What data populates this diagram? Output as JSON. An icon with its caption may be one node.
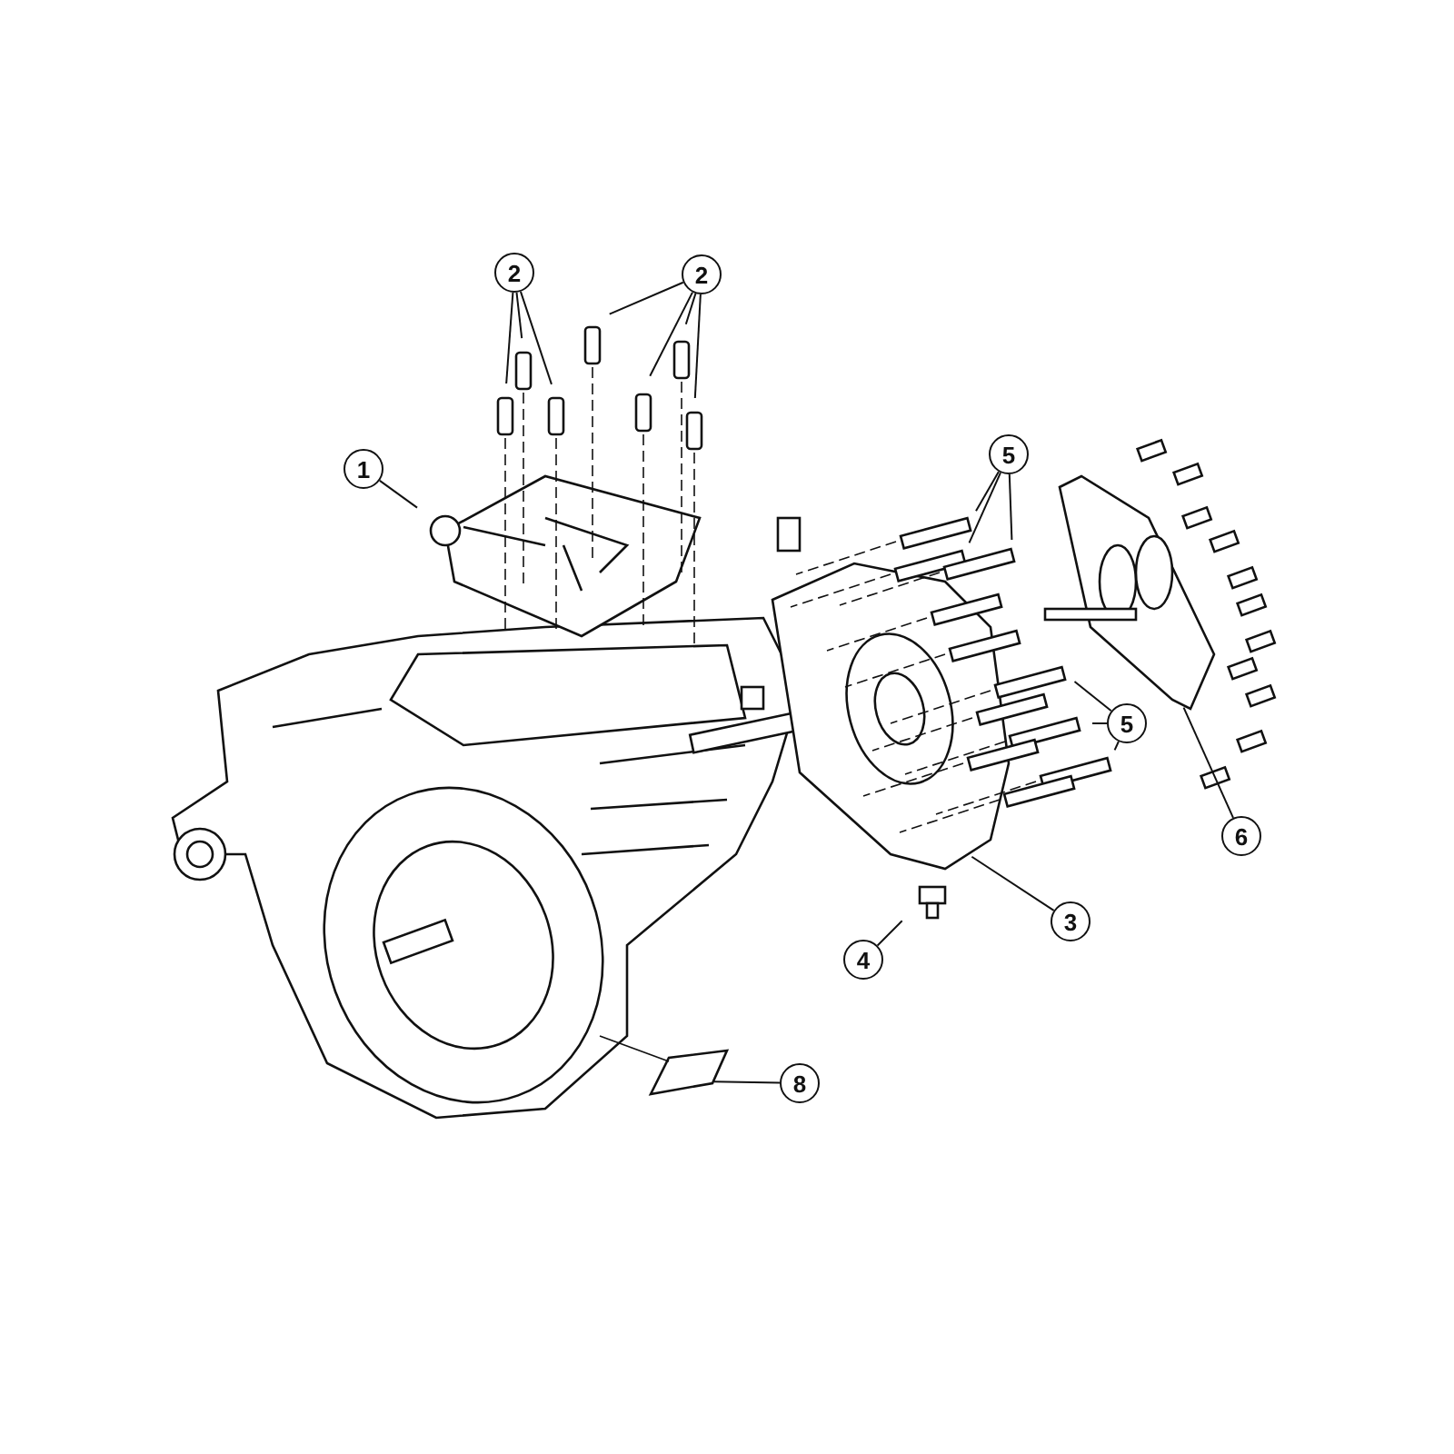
{
  "diagram": {
    "nodes": [
      {
        "text": [
          "2"
        ]
      },
      {
        "text": [
          "2"
        ]
      },
      {
        "text": [
          "1"
        ]
      },
      {
        "text": [
          "5"
        ]
      },
      {
        "text": [
          "5"
        ]
      },
      {
        "text": [
          "6"
        ]
      },
      {
        "text": [
          "3"
        ]
      },
      {
        "text": [
          "4"
        ]
      },
      {
        "text": [
          "8"
        ]
      }
    ],
    "edges": [
      {
        "from": 0,
        "to": null,
        "arrow": "none"
      },
      {
        "from": 0,
        "to": null,
        "arrow": "none"
      },
      {
        "from": 0,
        "to": null,
        "arrow": "none"
      },
      {
        "from": 1,
        "to": null,
        "arrow": "none"
      },
      {
        "from": 1,
        "to": null,
        "arrow": "none"
      },
      {
        "from": 1,
        "to": null,
        "arrow": "none"
      },
      {
        "from": 1,
        "to": null,
        "arrow": "none"
      },
      {
        "from": 2,
        "to": null,
        "arrow": "none"
      },
      {
        "from": 3,
        "to": null,
        "arrow": "none"
      },
      {
        "from": 3,
        "to": null,
        "arrow": "none"
      },
      {
        "from": 3,
        "to": null,
        "arrow": "none"
      },
      {
        "from": 4,
        "to": null,
        "arrow": "none"
      },
      {
        "from": 4,
        "to": null,
        "arrow": "none"
      },
      {
        "from": 4,
        "to": null,
        "arrow": "none"
      },
      {
        "from": 5,
        "to": null,
        "arrow": "none"
      },
      {
        "from": 6,
        "to": null,
        "arrow": "none"
      },
      {
        "from": 7,
        "to": null,
        "arrow": "none"
      },
      {
        "from": 8,
        "to": null,
        "arrow": "none"
      }
    ]
  }
}
